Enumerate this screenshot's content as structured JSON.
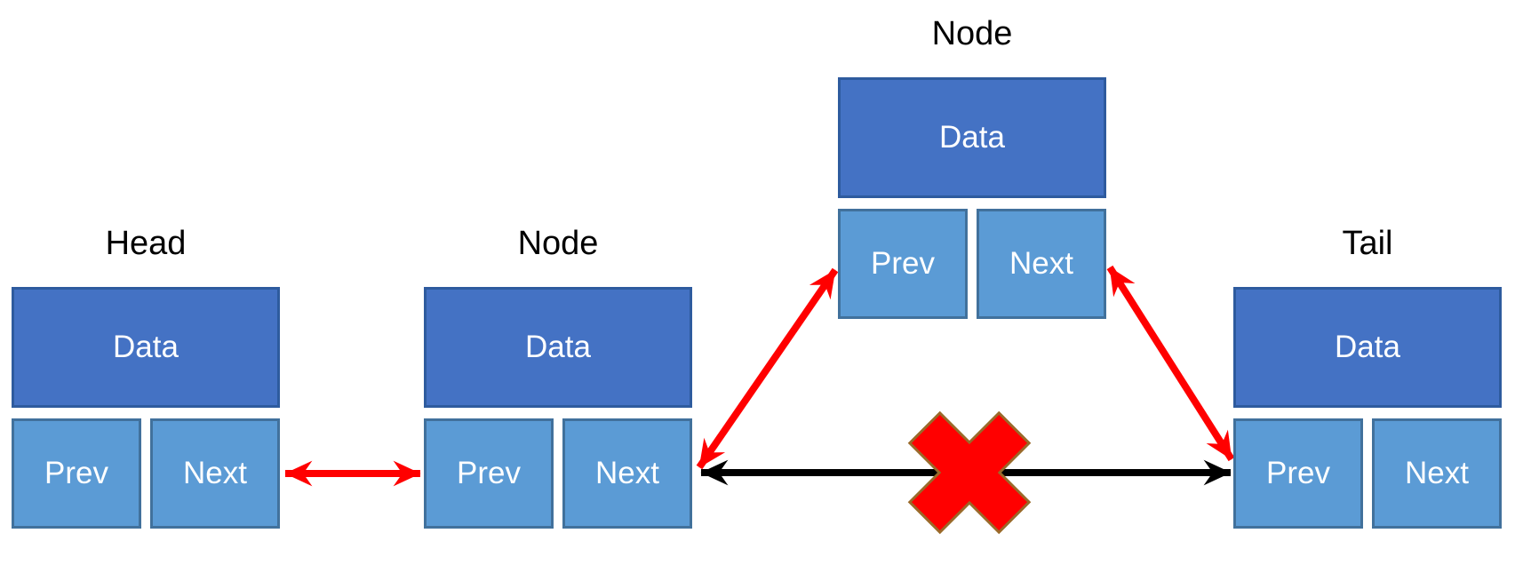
{
  "diagram_title": "doubly-linked-list-node-insertion",
  "nodes": {
    "head": {
      "label": "Head",
      "cells": {
        "data": "Data",
        "prev": "Prev",
        "next": "Next"
      }
    },
    "middle": {
      "label": "Node",
      "cells": {
        "data": "Data",
        "prev": "Prev",
        "next": "Next"
      }
    },
    "inserted": {
      "label": "Node",
      "cells": {
        "data": "Data",
        "prev": "Prev",
        "next": "Next"
      }
    },
    "tail": {
      "label": "Tail",
      "cells": {
        "data": "Data",
        "prev": "Prev",
        "next": "Next"
      }
    }
  },
  "edges": [
    {
      "name": "head-next-to-middle-prev",
      "kind": "link",
      "color": "#FF0000",
      "double_headed": true,
      "crossed_out": false
    },
    {
      "name": "middle-next-to-inserted-prev",
      "kind": "new-link",
      "color": "#FF0000",
      "double_headed": true,
      "crossed_out": false
    },
    {
      "name": "inserted-next-to-tail-prev",
      "kind": "new-link",
      "color": "#FF0000",
      "double_headed": true,
      "crossed_out": false
    },
    {
      "name": "middle-next-to-tail-prev",
      "kind": "removed-link",
      "color": "#000000",
      "double_headed": true,
      "crossed_out": true
    }
  ],
  "annotations": {
    "removed_link_marker": "red-x-cross"
  },
  "colors": {
    "data_fill": "#4472C4",
    "data_border": "#2E5B9E",
    "pointer_fill": "#5B9BD5",
    "pointer_border": "#41719C",
    "new_link": "#FF0000",
    "old_link": "#000000",
    "x_fill": "#FF0000",
    "x_border": "#9A6A2A"
  }
}
